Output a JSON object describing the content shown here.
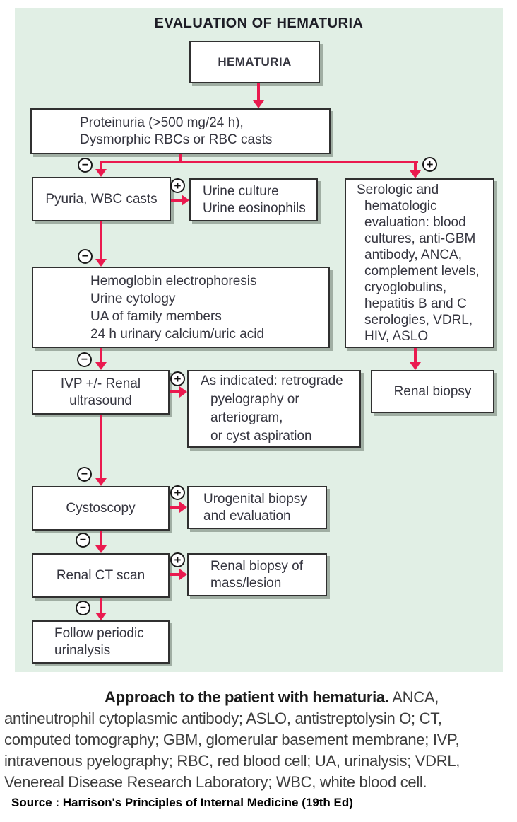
{
  "title": "EVALUATION OF HEMATURIA",
  "symbols": {
    "positive": "+",
    "negative": "−"
  },
  "colors": {
    "panel_bg": "#e1efe5",
    "arrow": "#ea1a4f",
    "box_border": "#303030",
    "box_text": "#35353f"
  },
  "nodes": {
    "hematuria": {
      "text": "HEMATURIA"
    },
    "proteinuria": {
      "text": "Proteinuria (>500 mg/24 h),\nDysmorphic RBCs or RBC casts"
    },
    "pyuria": {
      "text": "Pyuria, WBC casts"
    },
    "urine_culture": {
      "text": "Urine culture\nUrine eosinophils"
    },
    "serologic": {
      "text": "Serologic and\nhematologic\nevaluation: blood\ncultures, anti-GBM\nantibody, ANCA,\ncomplement levels,\ncryoglobulins,\nhepatitis B and C\nserologies, VDRL,\nHIV, ASLO"
    },
    "hemoglobin": {
      "text": "Hemoglobin electrophoresis\nUrine cytology\nUA of family members\n24 h urinary calcium/uric acid"
    },
    "renal_biopsy": {
      "text": "Renal biopsy"
    },
    "ivp": {
      "text": "IVP +/- Renal\nultrasound"
    },
    "as_indicated": {
      "text": "As indicated: retrograde\npyelography or\narteriogram,\nor cyst aspiration"
    },
    "cystoscopy": {
      "text": "Cystoscopy"
    },
    "urogenital": {
      "text": "Urogenital biopsy\nand evaluation"
    },
    "renal_ct": {
      "text": "Renal CT scan"
    },
    "renal_biopsy_mass": {
      "text": "Renal biopsy of\nmass/lesion"
    },
    "follow_periodic": {
      "text": "Follow periodic\nurinalysis"
    }
  },
  "caption": {
    "bold": "Approach to the patient with hematuria.",
    "line1_rest": " ANCA,",
    "lines": [
      "antineutrophil cytoplasmic antibody; ASLO, antistreptolysin O; CT,",
      "computed tomography; GBM, glomerular basement membrane; IVP,",
      "intravenous pyelography; RBC, red blood cell; UA, urinalysis; VDRL,",
      "Venereal Disease Research Laboratory; WBC, white blood cell."
    ],
    "source": "Source : Harrison's Principles of Internal Medicine (19th Ed)"
  }
}
